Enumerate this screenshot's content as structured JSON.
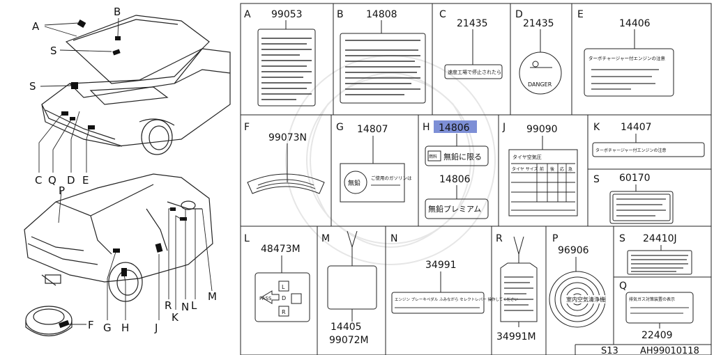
{
  "car_callouts": {
    "A": "A",
    "B": "B",
    "S1": "S",
    "S2": "S",
    "C": "C",
    "Q": "Q",
    "D": "D",
    "E": "E",
    "P": "P",
    "G": "G",
    "H": "H",
    "J": "J",
    "R": "R",
    "K": "K",
    "N": "N",
    "L": "L",
    "M": "M",
    "F": "F"
  },
  "panels": {
    "A": {
      "letter": "A",
      "part": "99053"
    },
    "B": {
      "letter": "B",
      "part": "14808"
    },
    "C": {
      "letter": "C",
      "part": "21435",
      "label_text": "速度工場で停止されたら"
    },
    "D": {
      "letter": "D",
      "part": "21435",
      "danger": "DANGER"
    },
    "E": {
      "letter": "E",
      "part": "14406",
      "label_text": "ターボチャージャー付エンジンの注意"
    },
    "F": {
      "letter": "F",
      "part": "99073N"
    },
    "G": {
      "letter": "G",
      "part": "14807",
      "stamp": "無鉛",
      "note": "ご使用のガソリンは"
    },
    "H": {
      "letter": "H",
      "part_top": "14806",
      "part_bottom": "14806",
      "label_top": "無鉛に限る",
      "label_top_prefix": "燃料",
      "label_bottom": "無鉛プレミアム"
    },
    "J": {
      "letter": "J",
      "part": "99090",
      "title": "タイヤ空気圧",
      "cols": [
        "タイヤ サイズ",
        "前",
        "後",
        "応",
        "急"
      ]
    },
    "K": {
      "letter": "K",
      "part": "14407",
      "label_text": "ターボチャージャー付エンジンの注意"
    },
    "S_top": {
      "letter": "S",
      "part": "60170"
    },
    "L": {
      "letter": "L",
      "part": "48473M",
      "pass": "PASS",
      "d": "D",
      "l": "L",
      "r": "R"
    },
    "M": {
      "letter": "M",
      "part": "14405",
      "part2": "99072M"
    },
    "N": {
      "letter": "N",
      "part": "34991",
      "label_text": "エンジン ブレーキペダル ふみながら セレクトレバー 操作してください"
    },
    "R": {
      "letter": "R",
      "part": "34991M"
    },
    "P": {
      "letter": "P",
      "part": "96906",
      "label_text": "室内空気清浄機"
    },
    "S_bottom": {
      "letter": "S",
      "part": "24410J"
    },
    "Q": {
      "letter": "Q",
      "part": "22409",
      "label_text": "排気ガス対策装置の表示"
    }
  },
  "footer": {
    "model": "S13",
    "code": "AH99010118"
  }
}
